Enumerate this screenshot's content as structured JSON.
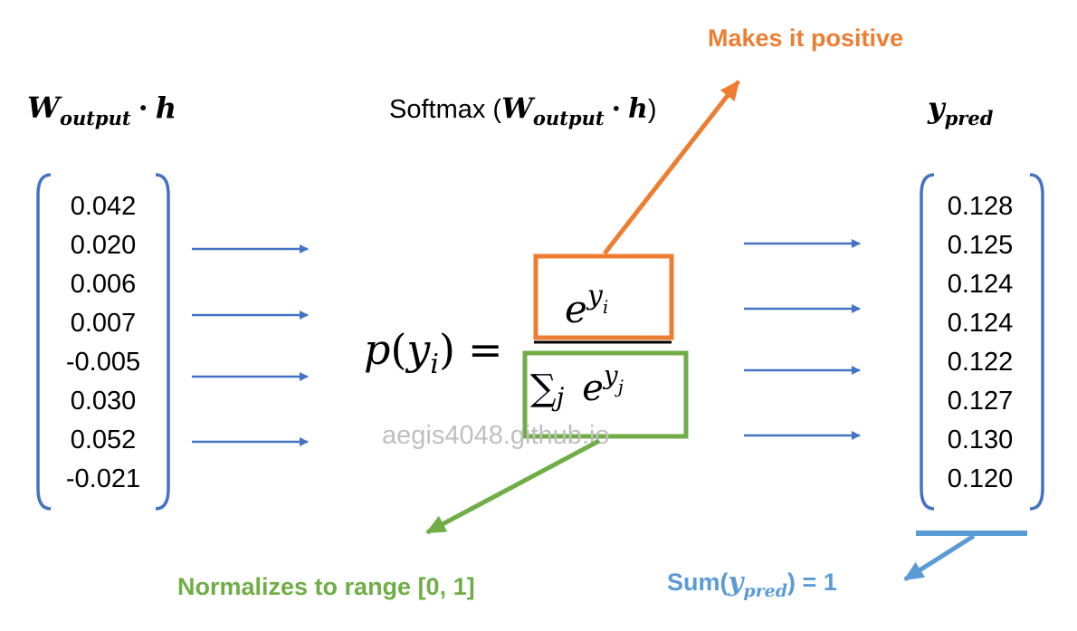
{
  "colors": {
    "bracket": "#4472c4",
    "arrow": "#4472c4",
    "orange": "#ed7d31",
    "green": "#70ad47",
    "lightblue": "#5b9bd5",
    "watermark": "#bfbfbf"
  },
  "left_header": {
    "main": "W",
    "sub": "output",
    "dot": "·",
    "var": "h"
  },
  "middle_header": {
    "prefix": "Softmax (",
    "main": "W",
    "sub": "output",
    "dot": "·",
    "var": "h",
    "suffix": ")"
  },
  "right_header": {
    "main": "y",
    "sub": "pred"
  },
  "left_values": [
    "0.042",
    "0.020",
    "0.006",
    "0.007",
    "-0.005",
    "0.030",
    "0.052",
    "-0.021"
  ],
  "right_values": [
    "0.128",
    "0.125",
    "0.124",
    "0.124",
    "0.122",
    "0.127",
    "0.130",
    "0.120"
  ],
  "formula": {
    "p": "p",
    "open": "(",
    "y": "y",
    "i": "i",
    "close": ")",
    "eq": "=",
    "num_e": "e",
    "num_exp_y": "y",
    "num_exp_i": "i",
    "sigma": "∑",
    "sigma_sub": "j",
    "den_e": "e",
    "den_exp_y": "y",
    "den_exp_j": "j"
  },
  "annotations": {
    "positive": "Makes it positive",
    "normalize": "Normalizes to range [0, 1]",
    "sum_prefix": "Sum(",
    "sum_var": "y",
    "sum_sub": "pred",
    "sum_suffix": ") = 1"
  },
  "watermark": "aegis4048.github.io"
}
